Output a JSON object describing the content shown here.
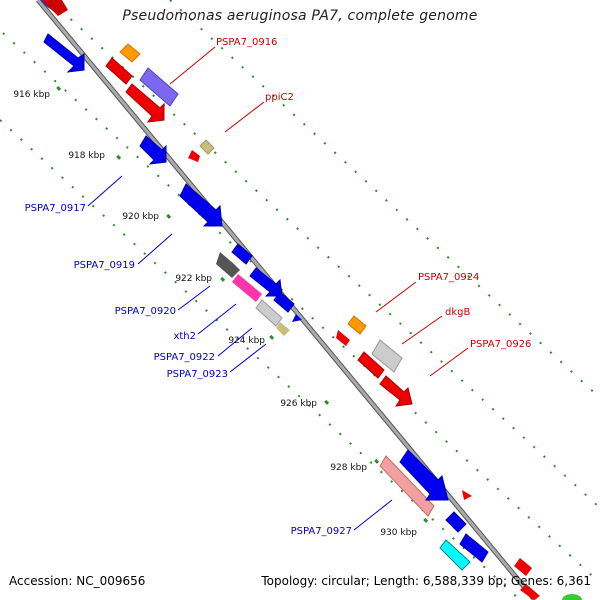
{
  "title": "Pseudomonas aeruginosa PA7, complete genome",
  "accession": "Accession: NC_009656",
  "topology": "Topology: circular; Length: 6,588,339 bp; Genes: 6,361",
  "colors": {
    "backbone": "#999999",
    "backbone_edge": "#555555",
    "tick": "#2e8b2e",
    "label_forward": "#cc0000",
    "label_reverse": "#0000cc"
  },
  "axis_ticks": [
    "916 kbp",
    "918 kbp",
    "920 kbp",
    "922 kbp",
    "924 kbp",
    "926 kbp",
    "928 kbp",
    "930 kbp"
  ],
  "forward_labels": [
    "PSPA7_0916",
    "ppiC2",
    "PSPA7_0924",
    "dkgB",
    "PSPA7_0926"
  ],
  "reverse_labels": [
    "PSPA7_0917",
    "PSPA7_0919",
    "PSPA7_0920",
    "xth2",
    "PSPA7_0922",
    "PSPA7_0923",
    "PSPA7_0927"
  ]
}
